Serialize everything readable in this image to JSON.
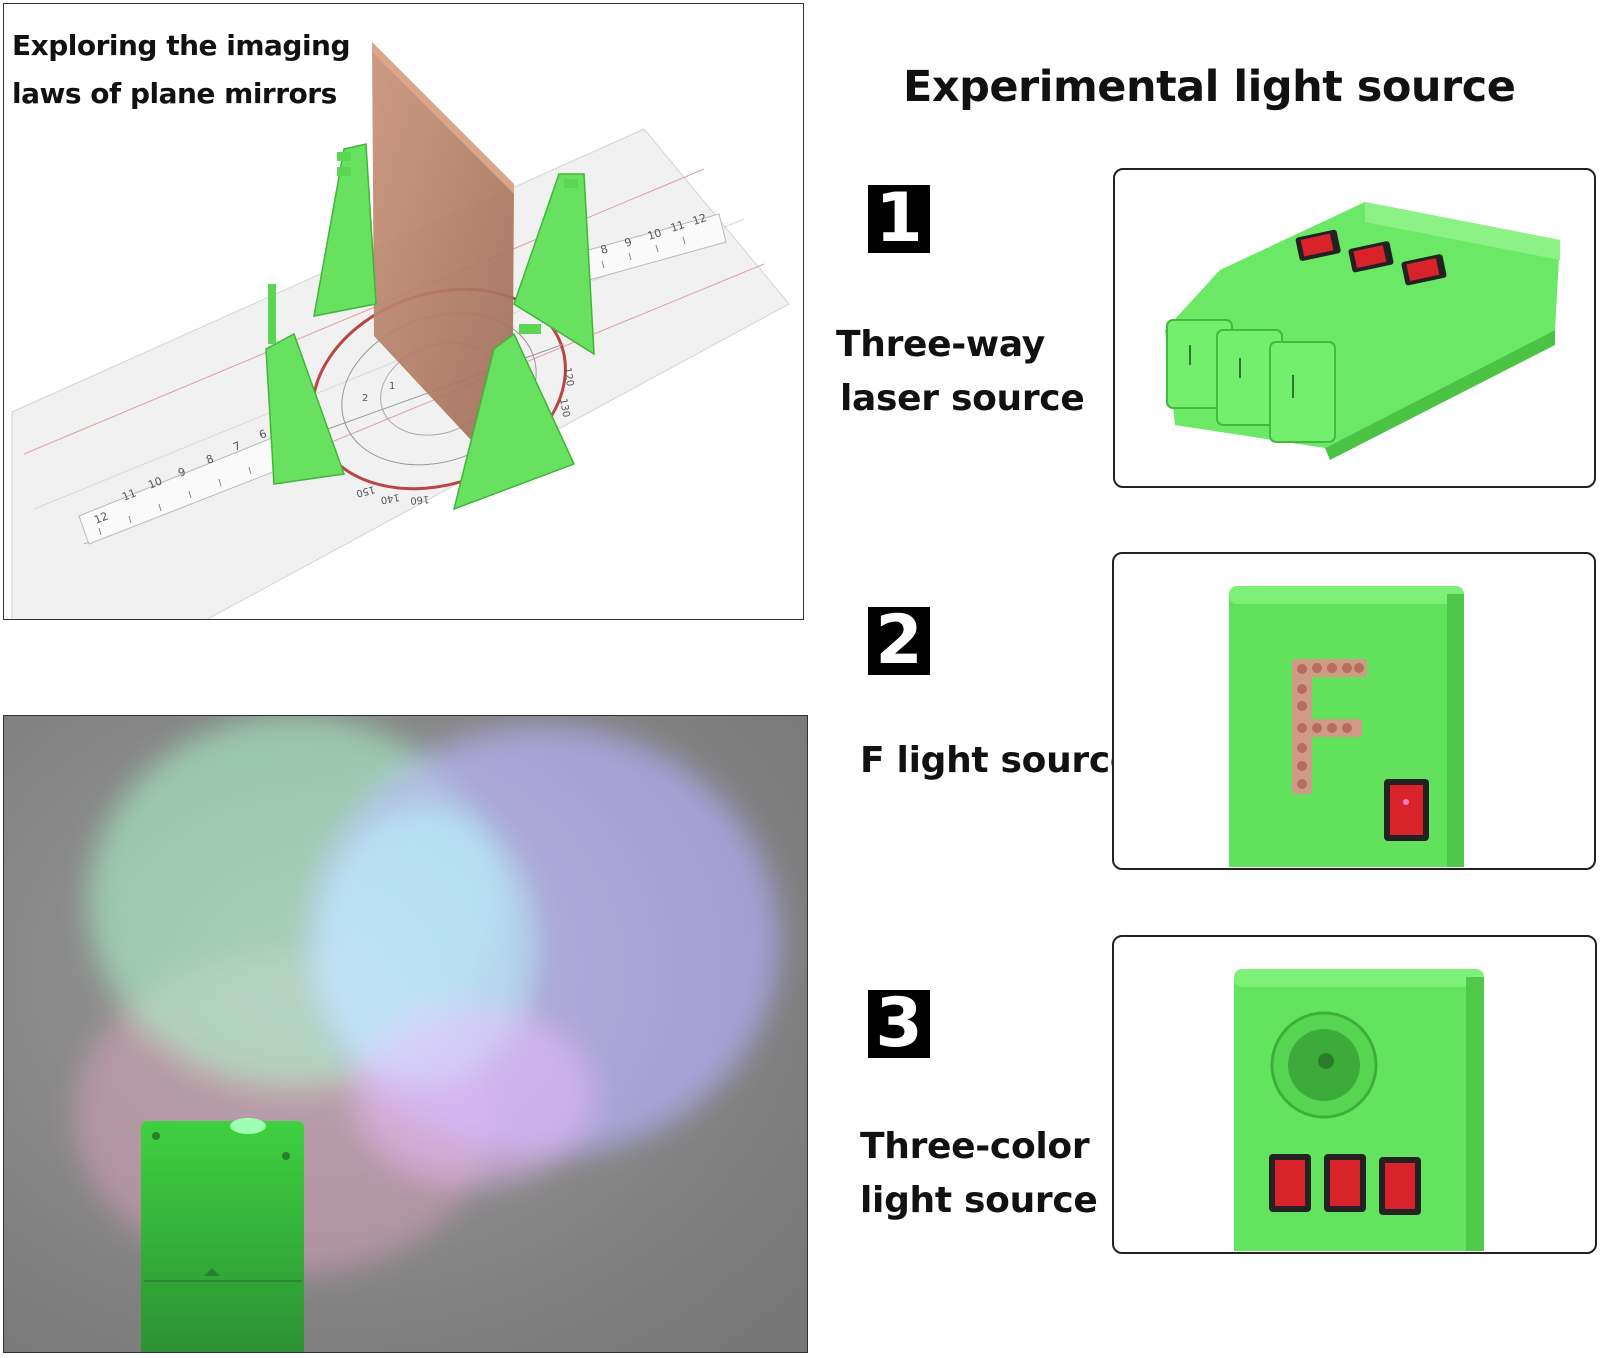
{
  "mirror_panel": {
    "caption_line1": "Exploring the imaging",
    "caption_line2": "laws of plane mirrors",
    "ruler_left_ticks": [
      "12",
      "11",
      "10",
      "9",
      "8",
      "7",
      "6"
    ],
    "ruler_right_ticks": [
      "8",
      "9",
      "10",
      "11",
      "12"
    ],
    "center_ticks": [
      "1",
      "2"
    ],
    "protractor_ticks": [
      "120",
      "130",
      "140",
      "150",
      "160"
    ]
  },
  "light_sources": {
    "heading": "Experimental light source",
    "items": [
      {
        "number": "1",
        "label_line1": "Three-way",
        "label_line2": "laser source",
        "device_icon": "three-way-laser-box-icon"
      },
      {
        "number": "2",
        "label_line1": "F light source",
        "label_line2": "",
        "device_icon": "f-led-box-icon"
      },
      {
        "number": "3",
        "label_line1": "Three-color",
        "label_line2": "light source",
        "device_icon": "three-color-lamp-icon"
      }
    ]
  },
  "colors": {
    "device_green": "#5fe65a",
    "switch_red": "#d8232a",
    "mirror_brown": "#b9826a",
    "projection_background": "#8b8b8b"
  }
}
